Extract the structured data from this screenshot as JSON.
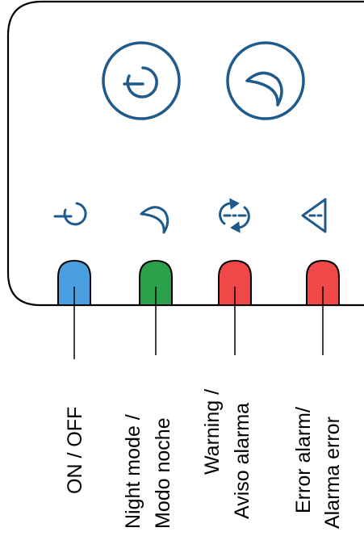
{
  "panel": {
    "outline_color": "#000000",
    "icon_color": "#1f5a8c",
    "buttons": [
      {
        "name": "power-button",
        "icon": "power-icon"
      },
      {
        "name": "night-mode-button",
        "icon": "moon-icon"
      }
    ],
    "indicators": [
      {
        "icon": "power-icon",
        "led_color": "#4a9fe0",
        "label_line1": "ON / OFF",
        "label_line2": ""
      },
      {
        "icon": "moon-icon",
        "led_color": "#2aa14a",
        "label_line1": "Night mode /",
        "label_line2": "Modo noche"
      },
      {
        "icon": "sync-warning-icon",
        "led_color": "#f04848",
        "label_line1": "Warning /",
        "label_line2": "Aviso alarma"
      },
      {
        "icon": "warning-triangle-icon",
        "led_color": "#f04848",
        "label_line1": "Error alarm/",
        "label_line2": "Alarma error"
      }
    ]
  }
}
